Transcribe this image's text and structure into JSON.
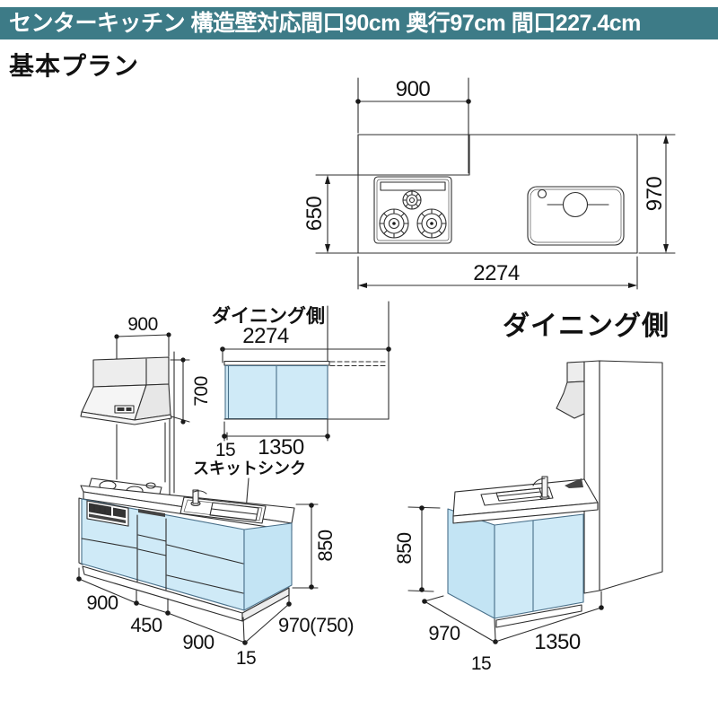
{
  "header": {
    "title": "センターキッチン 構造壁対応間口90cm 奥行97cm 間口227.4cm",
    "bg_color": "#3d7b87",
    "text_color": "#ffffff"
  },
  "section_title": "基本プラン",
  "plan_view": {
    "dim_wall_width": "900",
    "dim_depth_front": "650",
    "dim_depth_total": "970",
    "dim_width_total": "2274"
  },
  "hood_view": {
    "dim_width": "900",
    "dim_height": "700"
  },
  "elevation_view": {
    "title": "ダイニング側",
    "dim_width_total": "2274",
    "dim_end_panel": "15",
    "dim_cabinet": "1350"
  },
  "sink_label": "スキットシンク",
  "iso_front_view": {
    "dim_module1": "900",
    "dim_module2": "450",
    "dim_module3": "900",
    "dim_end_panel": "15",
    "dim_depth": "970(750)",
    "dim_height": "850"
  },
  "iso_dining_view": {
    "title": "ダイニング側",
    "dim_height": "850",
    "dim_depth": "970",
    "dim_end_panel": "15",
    "dim_width": "1350"
  },
  "colors": {
    "header_bg": "#3d7b87",
    "cabinet_blue": "#cfeaf7",
    "cabinet_blue_shade": "#c3e4f4",
    "hood_gray": "#ededed",
    "line": "#2e2e2e"
  }
}
